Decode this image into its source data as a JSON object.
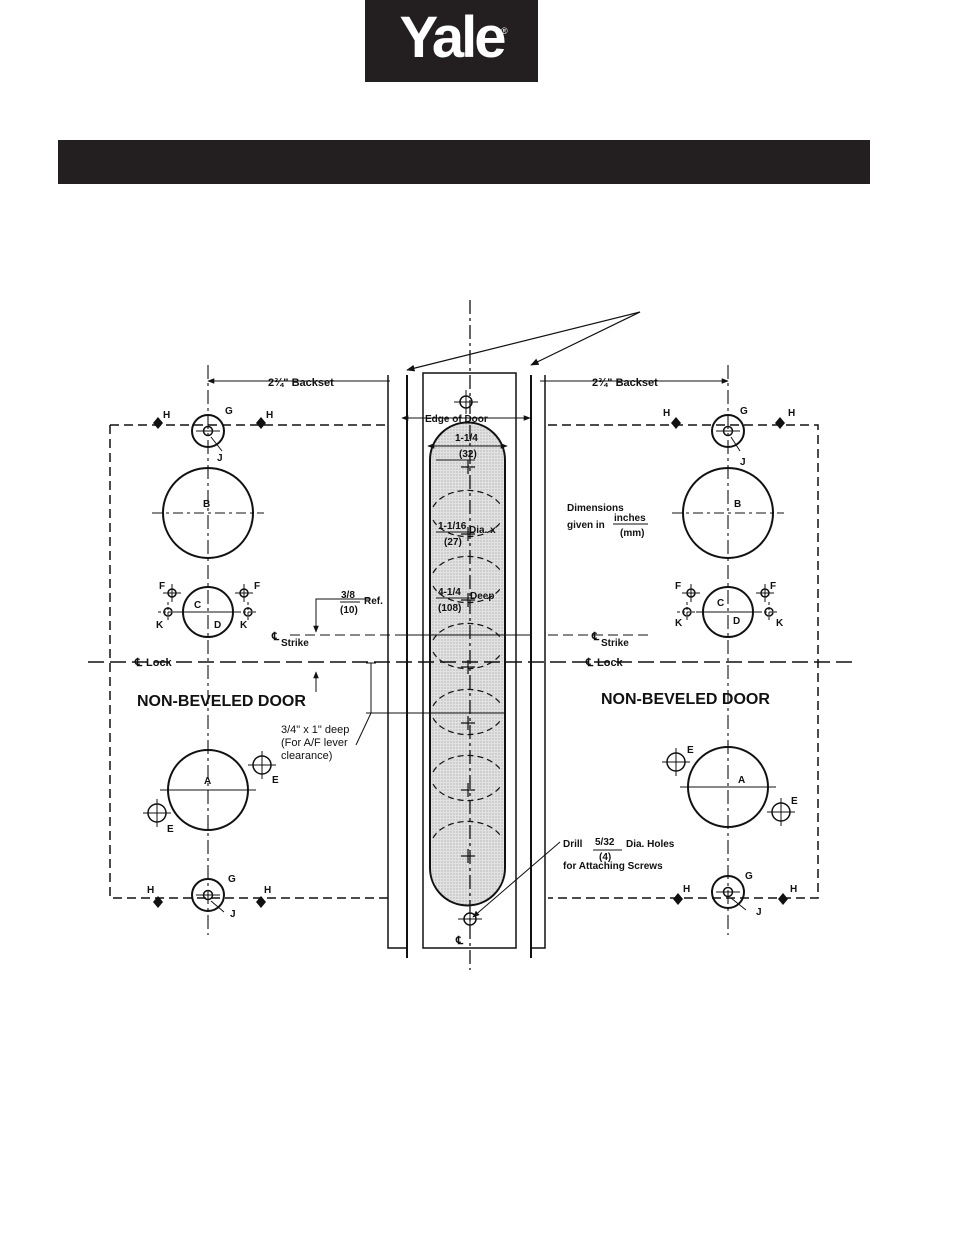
{
  "logo": {
    "text": "Yale",
    "reg": "®"
  },
  "labels": {
    "backset_left": "2¾\" Backset",
    "backset_right": "2¾\" Backset",
    "edge_of_door": "Edge of Door",
    "dim_a_top": "1-1/4",
    "dim_a_bot": "(32)",
    "dim_b_top": "1-1/16",
    "dim_b_bot": "(27)",
    "dim_b_tail": "Dia. x",
    "dim_c_top": "4-1/4",
    "dim_c_bot": "(108)",
    "dim_c_tail": "Deep",
    "ref_top": "3/8",
    "ref_bot": "(10)",
    "ref_tail": "Ref.",
    "strike_left": "Strike",
    "strike_right": "Strike",
    "lock_left": "Lock",
    "lock_right": "Lock",
    "door_left": "NON-BEVELED DOOR",
    "door_right": "NON-BEVELED DOOR",
    "clear1": "3/4\" x 1\" deep",
    "clear2": "(For A/F lever",
    "clear3": "clearance)",
    "dims1": "Dimensions",
    "dims2a": "given in",
    "dims2b": "inches",
    "dims2c": "(mm)",
    "drill_word": "Drill",
    "drill_top": "5/32",
    "drill_bot": "(4)",
    "drill_tail": "Dia. Holes",
    "drill_line2": "for Attaching Screws",
    "cl": "℄",
    "A": "A",
    "B": "B",
    "C": "C",
    "D": "D",
    "E": "E",
    "F": "F",
    "G": "G",
    "H": "H",
    "J": "J",
    "K": "K"
  }
}
